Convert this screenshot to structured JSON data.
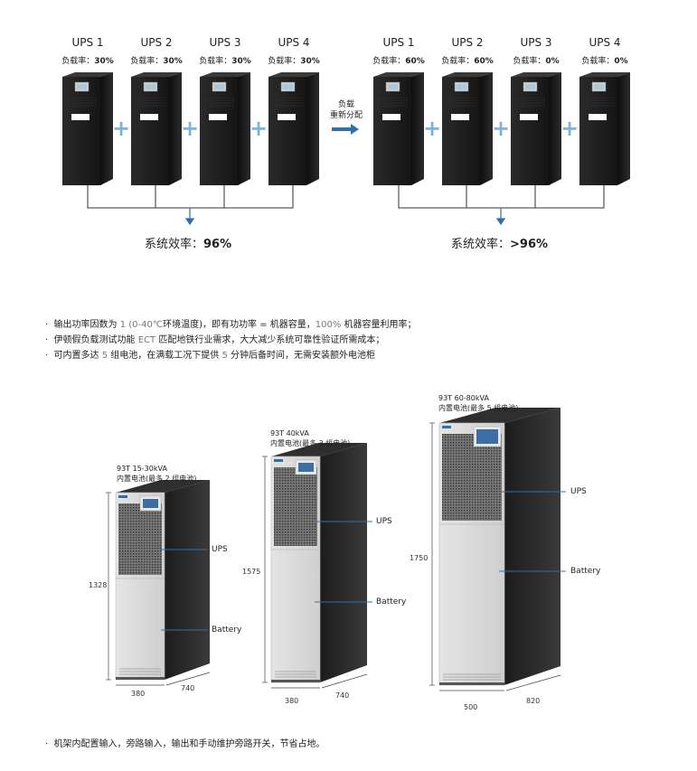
{
  "diagram": {
    "before": {
      "units": [
        {
          "name": "UPS 1",
          "load_label": "负载率：",
          "load": "30%"
        },
        {
          "name": "UPS 2",
          "load_label": "负载率：",
          "load": "30%"
        },
        {
          "name": "UPS 3",
          "load_label": "负载率：",
          "load": "30%"
        },
        {
          "name": "UPS 4",
          "load_label": "负载率：",
          "load": "30%"
        }
      ],
      "efficiency_label": "系统效率：",
      "efficiency": "96%"
    },
    "arrow_label_1": "负载",
    "arrow_label_2": "重新分配",
    "after": {
      "units": [
        {
          "name": "UPS 1",
          "load_label": "负载率：",
          "load": "60%"
        },
        {
          "name": "UPS 2",
          "load_label": "负载率：",
          "load": "60%"
        },
        {
          "name": "UPS 3",
          "load_label": "负载率：",
          "load": "0%"
        },
        {
          "name": "UPS 4",
          "load_label": "负载率：",
          "load": "0%"
        }
      ],
      "efficiency_label": "系统效率：",
      "efficiency": ">96%"
    },
    "plus_sign": "+"
  },
  "bullets_top": [
    {
      "a": "输出功率因数为 ",
      "n1": "1 (0-40℃",
      "b": "环境温度)，即有功功率 = 机器容量，",
      "n2": "100%",
      "c": " 机器容量利用率；"
    },
    {
      "a": "伊顿假负载测试功能 ",
      "n1": "ECT",
      "b": " 匹配地铁行业需求，大大减少系统可靠性验证所需成本；",
      "n2": "",
      "c": ""
    },
    {
      "a": "可内置多达 ",
      "n1": "5",
      "b": " 组电池，在满载工况下提供 ",
      "n2": "5",
      "c": " 分钟后备时间，无需安装额外电池柜"
    }
  ],
  "bullet_mark": "·",
  "products": [
    {
      "model": "93T 15-30kVA",
      "battery": "内置电池(最多 2 组电池)",
      "height": "1328",
      "width": "380",
      "depth": "740",
      "ups_label": "UPS",
      "battery_label": "Battery"
    },
    {
      "model": "93T 40kVA",
      "battery": "内置电池(最多 3 组电池)",
      "height": "1575",
      "width": "380",
      "depth": "740",
      "ups_label": "UPS",
      "battery_label": "Battery"
    },
    {
      "model": "93T 60-80kVA",
      "battery": "内置电池(最多 5 组电池)",
      "height": "1750",
      "width": "500",
      "depth": "820",
      "ups_label": "UPS",
      "battery_label": "Battery"
    }
  ],
  "bullet_bottom": "机架内配置输入，旁路输入，输出和手动维护旁路开关，节省占地。",
  "colors": {
    "accent": "#2e6fad",
    "plus": "#7fb2d9",
    "cabinet_dark": "#1a1a1a",
    "cabinet_panel": "#d9d9d9"
  }
}
